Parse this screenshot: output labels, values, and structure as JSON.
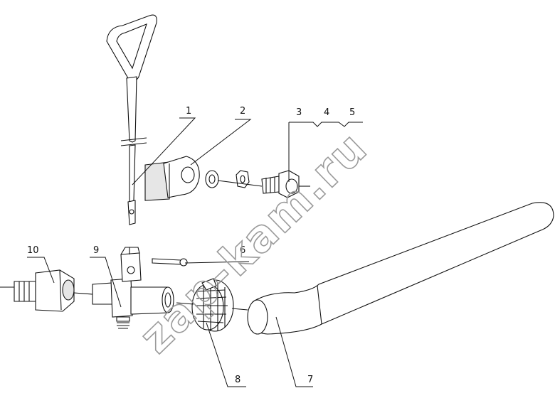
{
  "watermark": "zap-kam.ru",
  "callouts": {
    "c1": "1",
    "c2": "2",
    "c3": "3",
    "c4": "4",
    "c5": "5",
    "c6": "6",
    "c7": "7",
    "c8": "8",
    "c9": "9",
    "c10": "10"
  }
}
